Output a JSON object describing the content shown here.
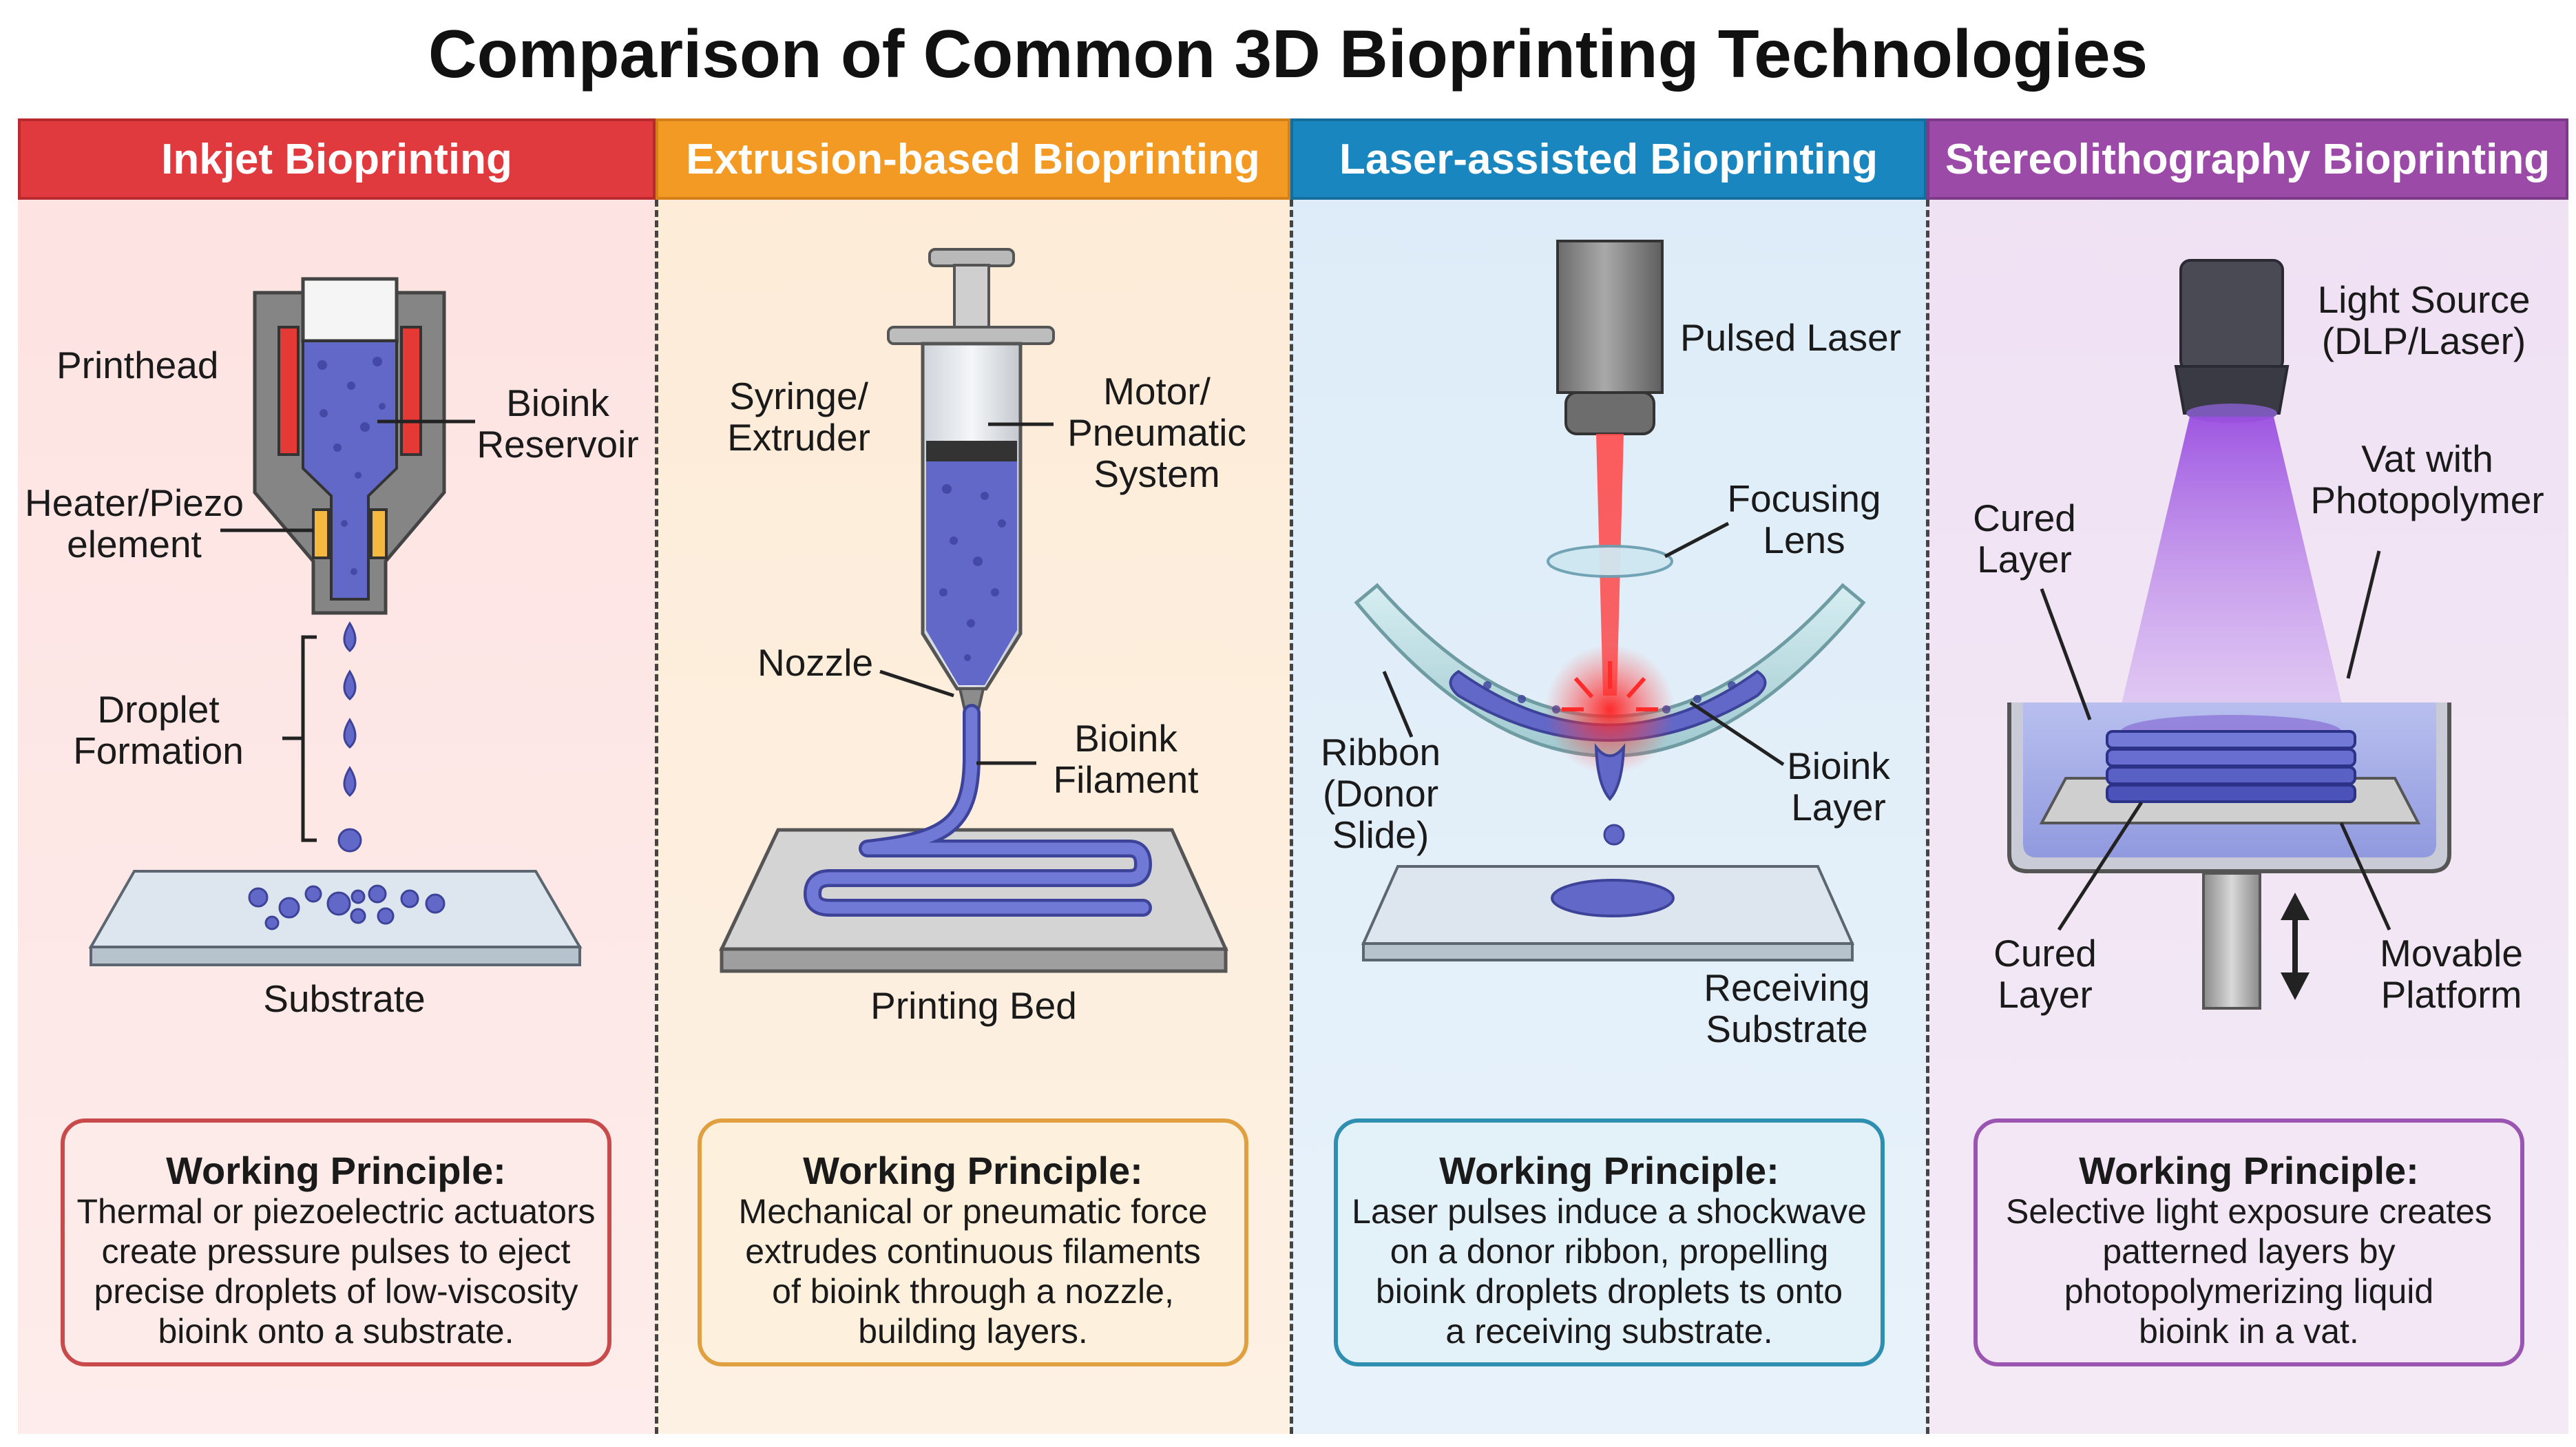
{
  "title": "Comparison of Common 3D Bioprinting Technologies",
  "colors": {
    "inkjet": "#e0393e",
    "extrusion": "#f39a24",
    "laser": "#1a86c0",
    "sla": "#9b4aa8",
    "bioink": "#6168c8"
  },
  "panels": {
    "inkjet": {
      "header": "Inkjet Bioprinting",
      "labels": {
        "printhead": "Printhead",
        "reservoir_1": "Bioink",
        "reservoir_2": "Reservoir",
        "heater_1": "Heater/Piezo",
        "heater_2": "element",
        "droplet_1": "Droplet",
        "droplet_2": "Formation",
        "substrate": "Substrate"
      },
      "principle_title": "Working Principle:",
      "principle_lines": [
        "Thermal or piezoelectric actuators",
        "create pressure pulses to eject",
        "precise droplets of low-viscosity",
        "bioink onto a substrate."
      ]
    },
    "extrusion": {
      "header": "Extrusion-based Bioprinting",
      "labels": {
        "syringe_1": "Syringe/",
        "syringe_2": "Extruder",
        "motor_1": "Motor/",
        "motor_2": "Pneumatic",
        "motor_3": "System",
        "nozzle": "Nozzle",
        "filament_1": "Bioink",
        "filament_2": "Filament",
        "bed": "Printing Bed"
      },
      "principle_title": "Working Principle:",
      "principle_lines": [
        "Mechanical or pneumatic force",
        "extrudes continuous filaments",
        "of bioink through a nozzle,",
        "building layers."
      ]
    },
    "laser": {
      "header": "Laser-assisted Bioprinting",
      "labels": {
        "pulsed": "Pulsed Laser",
        "lens_1": "Focusing",
        "lens_2": "Lens",
        "ribbon_1": "Ribbon",
        "ribbon_2": "(Donor",
        "ribbon_3": "Slide)",
        "layer_1": "Bioink",
        "layer_2": "Layer",
        "receiving_1": "Receiving",
        "receiving_2": "Substrate"
      },
      "principle_title": "Working Principle:",
      "principle_lines": [
        "Laser pulses induce a shockwave",
        "on a donor ribbon, propelling",
        "bioink droplets droplets ts onto",
        "a receiving substrate."
      ]
    },
    "sla": {
      "header": "Stereolithography Bioprinting",
      "labels": {
        "light_1": "Light Source",
        "light_2": "(DLP/Laser)",
        "vat_1": "Vat with",
        "vat_2": "Photopolymer",
        "cured_top_1": "Cured",
        "cured_top_2": "Layer",
        "cured_bot_1": "Cured",
        "cured_bot_2": "Layer",
        "platform_1": "Movable",
        "platform_2": "Platform"
      },
      "principle_title": "Working Principle:",
      "principle_lines": [
        "Selective light exposure creates",
        "patterned layers by",
        "photopolymerizing liquid",
        "bioink in a vat."
      ]
    }
  }
}
